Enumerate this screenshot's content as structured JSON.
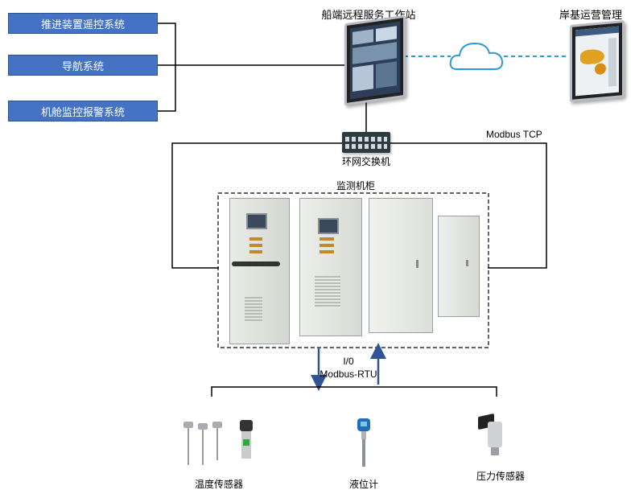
{
  "left_systems": [
    {
      "label": "推进装置遥控系统"
    },
    {
      "label": "导航系统"
    },
    {
      "label": "机舱监控报警系统"
    }
  ],
  "workstation": {
    "label": "船端远程服务工作站"
  },
  "shore": {
    "label": "岸基运营管理"
  },
  "switch": {
    "label": "环网交换机"
  },
  "protocol_tcp": "Modbus TCP",
  "cabinet_group": {
    "label": "监测机柜"
  },
  "io": {
    "line1": "I/0",
    "line2": "Modbus-RTU"
  },
  "sensors": [
    {
      "label": "温度传感器"
    },
    {
      "label": "液位计"
    },
    {
      "label": "压力传感器"
    }
  ],
  "colors": {
    "box_fill": "#4472c4",
    "arrow": "#2f5597",
    "dash_link": "#2e9ad0",
    "cloud": "#2e9ad0"
  }
}
